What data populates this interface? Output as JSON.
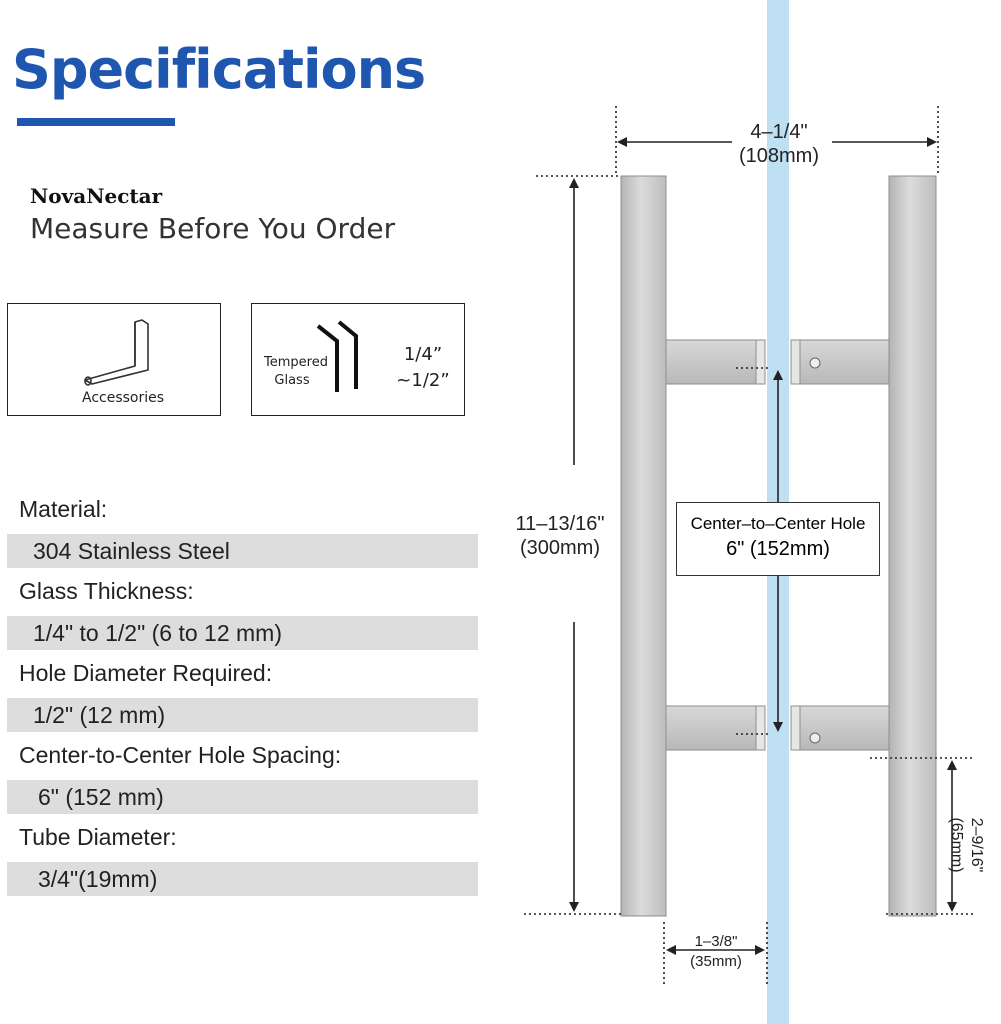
{
  "header": {
    "title": "Specifications"
  },
  "brand": {
    "name": "NovaNectar",
    "tagline": "Measure Before You Order"
  },
  "accessories_box": {
    "label": "Accessories"
  },
  "glass_box": {
    "label_line1": "Tempered",
    "label_line2": "Glass",
    "thickness_line1": "1/4”",
    "thickness_line2": "~1/2”"
  },
  "specs": [
    {
      "label": "Material:",
      "value": "304 Stainless Steel"
    },
    {
      "label": "Glass Thickness:",
      "value": "1/4\" to 1/2\" (6 to 12 mm)"
    },
    {
      "label": "Hole Diameter Required:",
      "value": "1/2\" (12 mm)"
    },
    {
      "label": "Center-to-Center Hole Spacing:",
      "value": "6\" (152 mm)"
    },
    {
      "label": "Tube Diameter:",
      "value": "3/4\"(19mm)"
    }
  ],
  "dimensions": {
    "width": {
      "imperial": "4–1/4\"",
      "metric": "(108mm)"
    },
    "height": {
      "imperial": "11–13/16\"",
      "metric": "(300mm)"
    },
    "center_to_center": {
      "title": "Center–to–Center Hole",
      "value": "6\" (152mm)"
    },
    "leg": {
      "imperial": "2–9/16\"",
      "metric": "(65mm)"
    },
    "standoff": {
      "imperial": "1–3/8\"",
      "metric": "(35mm)"
    }
  },
  "colors": {
    "accent": "#1e56b0",
    "glass": "#bfe0f2",
    "steel": "#c9c9c9",
    "spec_band": "#dddddd"
  }
}
